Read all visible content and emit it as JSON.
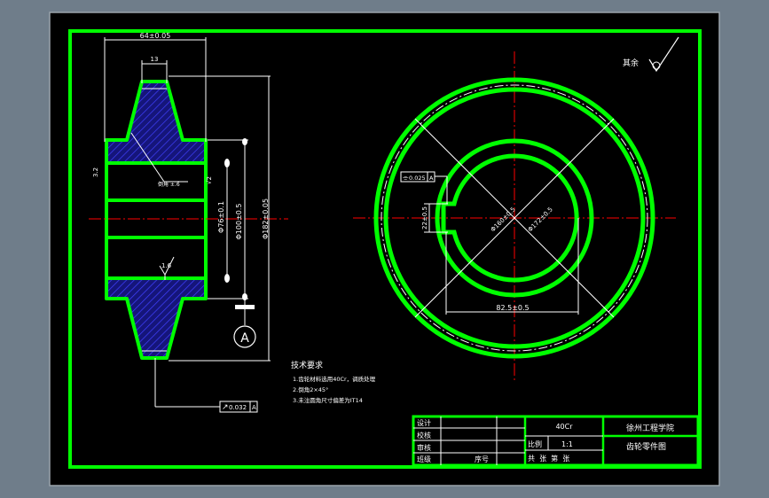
{
  "colors": {
    "viewport_bg": "#6f7d8a",
    "paper": "#000000",
    "frame": "#00ff00",
    "line": "#ffffff",
    "center_line": "#ff0000",
    "hatch": "#1a1a8c",
    "hatch_stroke": "#4a4aff"
  },
  "roughness_note": "其余",
  "dimensions": {
    "face_width": "64±0.05",
    "hub_width": "13",
    "chamfer": "倒角 ±.6",
    "tip_dia": "Φ182±0.05",
    "bore_dia": "Φ100±0.5",
    "inner_dia": "Φ76±0.1",
    "side_finish": "1.6",
    "radius_note": "√2",
    "left_note": "3.2",
    "datum_label": "A",
    "runout_tolerance": "0.032",
    "runout_datum": "A",
    "keyway_symmetry": "0.025",
    "keyway_symmetry_datum": "A",
    "keyway_width": "22±0.5",
    "small_dia": "Φ160±0.5",
    "large_dia": "Φ172±0.5",
    "bottom_dim": "82.5±0.5"
  },
  "tech_requirements": {
    "title": "技术要求",
    "items": [
      "1.齿轮材料选用40Cr，调质处理",
      "2.倒角2×45°",
      "3.未注圆角尺寸偏差为IT14"
    ]
  },
  "title_block": {
    "row_labels": [
      "设计",
      "校核",
      "审核",
      "班级"
    ],
    "seq_label": "序号",
    "material": "40Cr",
    "scale_label": "比例",
    "scale_value": "1:1",
    "sheets": "共  张  第  张",
    "school": "徐州工程学院",
    "drawing_name": "齿轮零件图"
  }
}
